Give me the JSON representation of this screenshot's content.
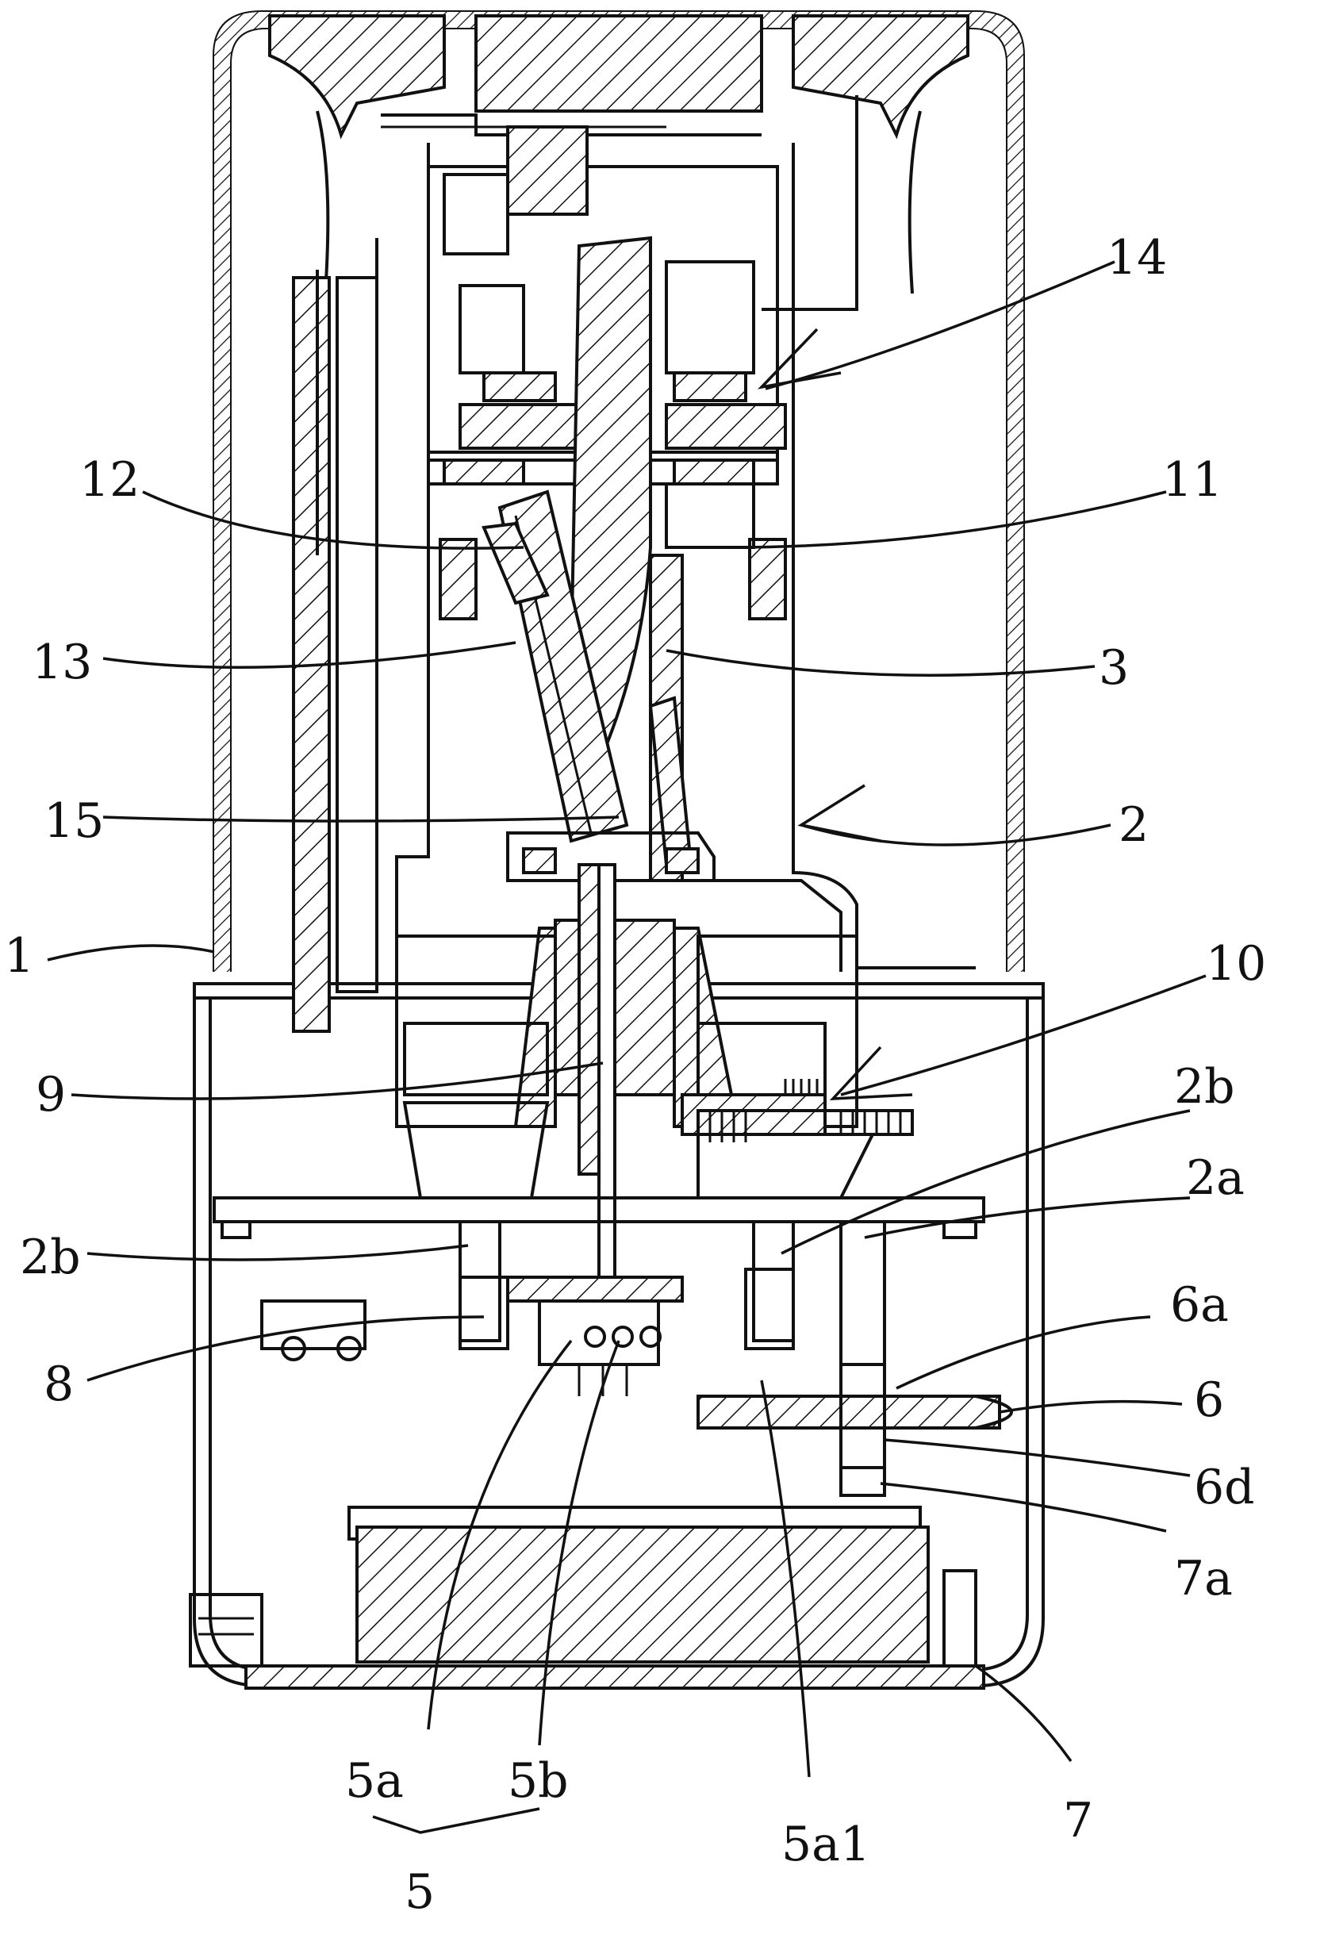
{
  "labels": {
    "l1": "1",
    "l2": "2",
    "l2a": "2a",
    "l2b_right": "2b",
    "l2b_left": "2b",
    "l3": "3",
    "l5": "5",
    "l5a": "5a",
    "l5b": "5b",
    "l5a1": "5a1",
    "l6": "6",
    "l6a": "6a",
    "l6d": "6d",
    "l7": "7",
    "l7a": "7a",
    "l8": "8",
    "l9": "9",
    "l10": "10",
    "l11": "11",
    "l12": "12",
    "l13": "13",
    "l14": "14",
    "l15": "15"
  }
}
